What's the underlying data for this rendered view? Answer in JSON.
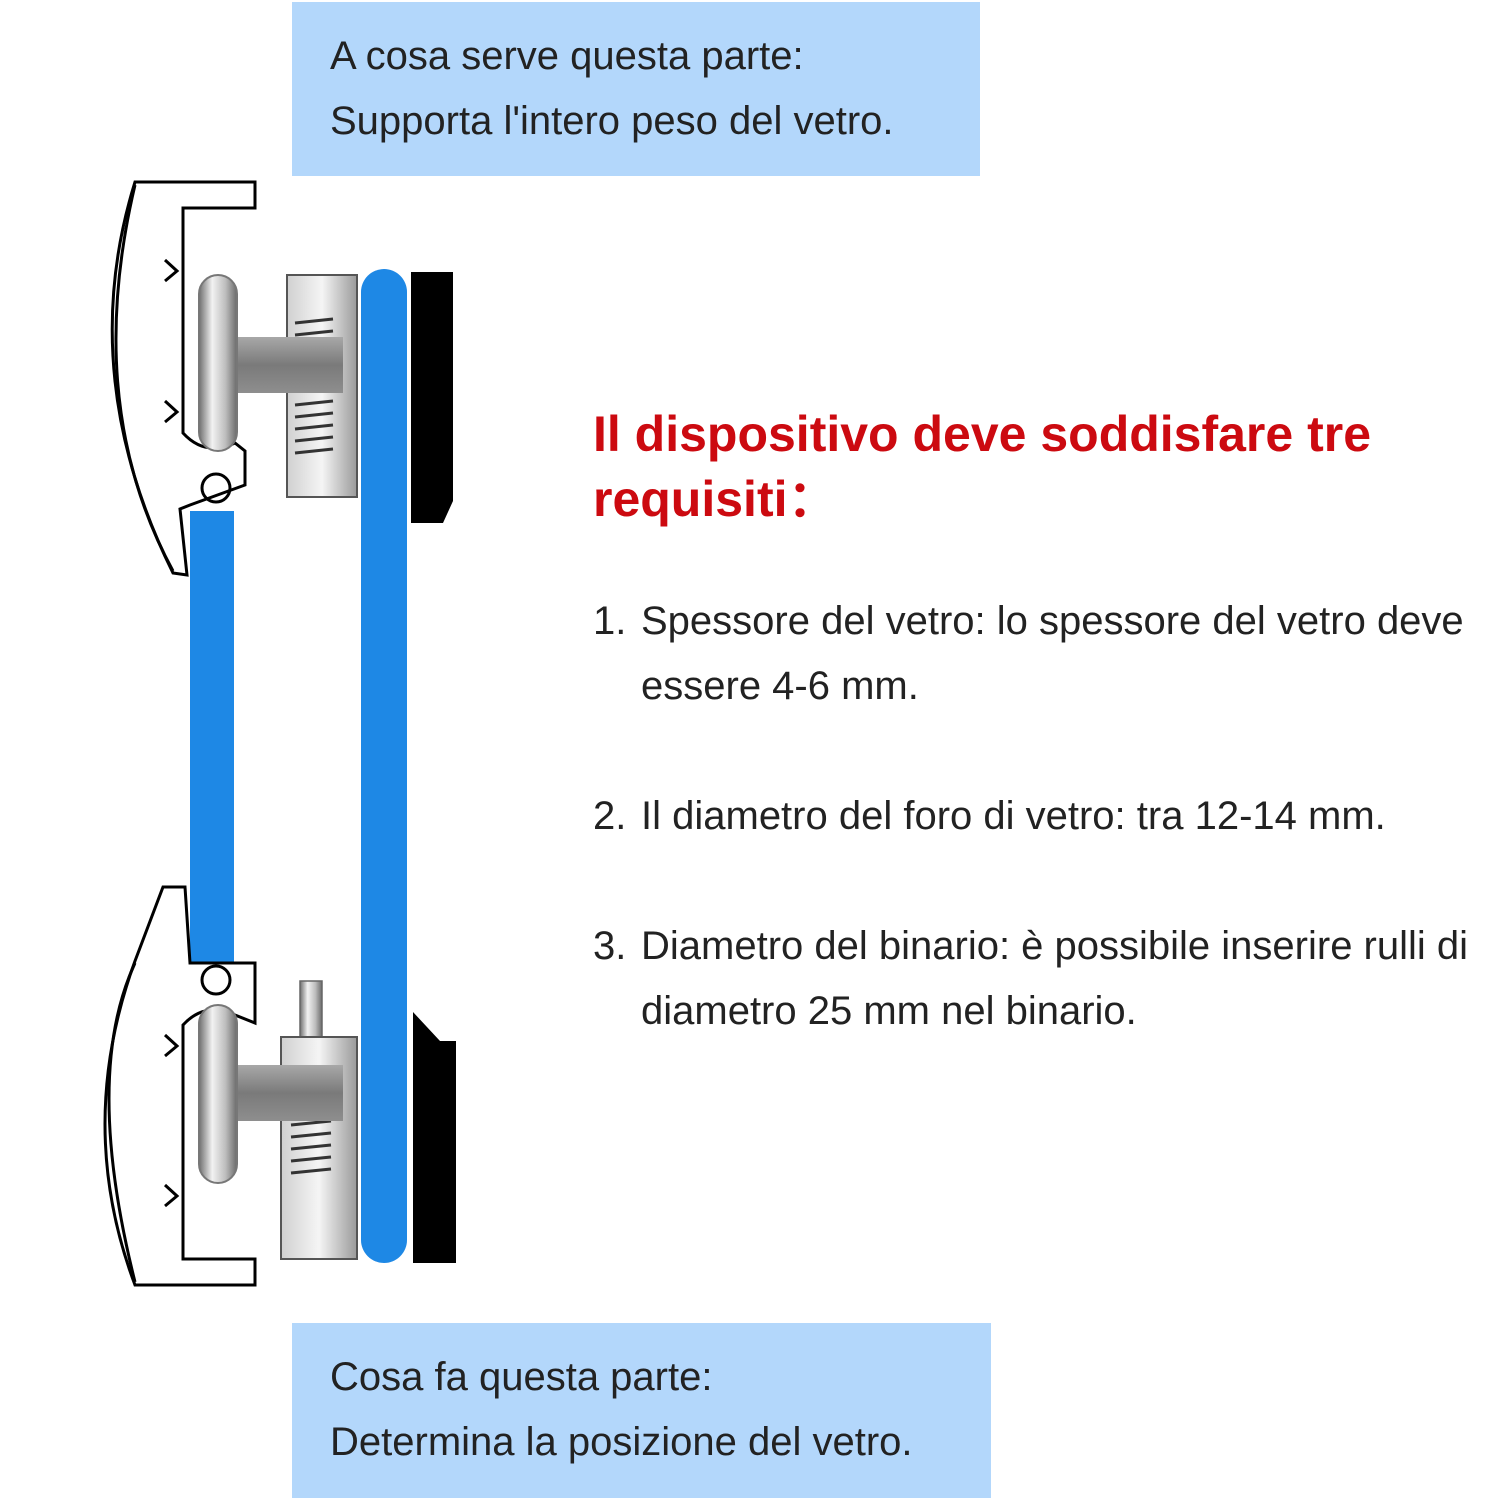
{
  "callout_top": {
    "line1": "A cosa serve questa parte:",
    "line2": "Supporta l'intero peso del vetro."
  },
  "callout_bottom": {
    "line1": "Cosa fa questa parte:",
    "line2": "Determina la posizione del vetro."
  },
  "requirements": {
    "title": "Il dispositivo deve soddisfare tre requisiti：",
    "items": [
      {
        "number": "1.",
        "text": "Spessore del vetro: lo spessore del vetro deve essere 4-6 mm."
      },
      {
        "number": "2.",
        "text": "Il diametro del foro di vetro: tra 12-14 mm."
      },
      {
        "number": "3.",
        "text": "Diametro del binario: è possibile inserire rulli di diametro 25 mm nel binario."
      }
    ]
  },
  "colors": {
    "callout_bg": "#b3d7fb",
    "title_red": "#cc0a10",
    "glass_blue": "#1e88e5",
    "rail_black": "#000000",
    "metal_gray": "#8c8c8c"
  }
}
